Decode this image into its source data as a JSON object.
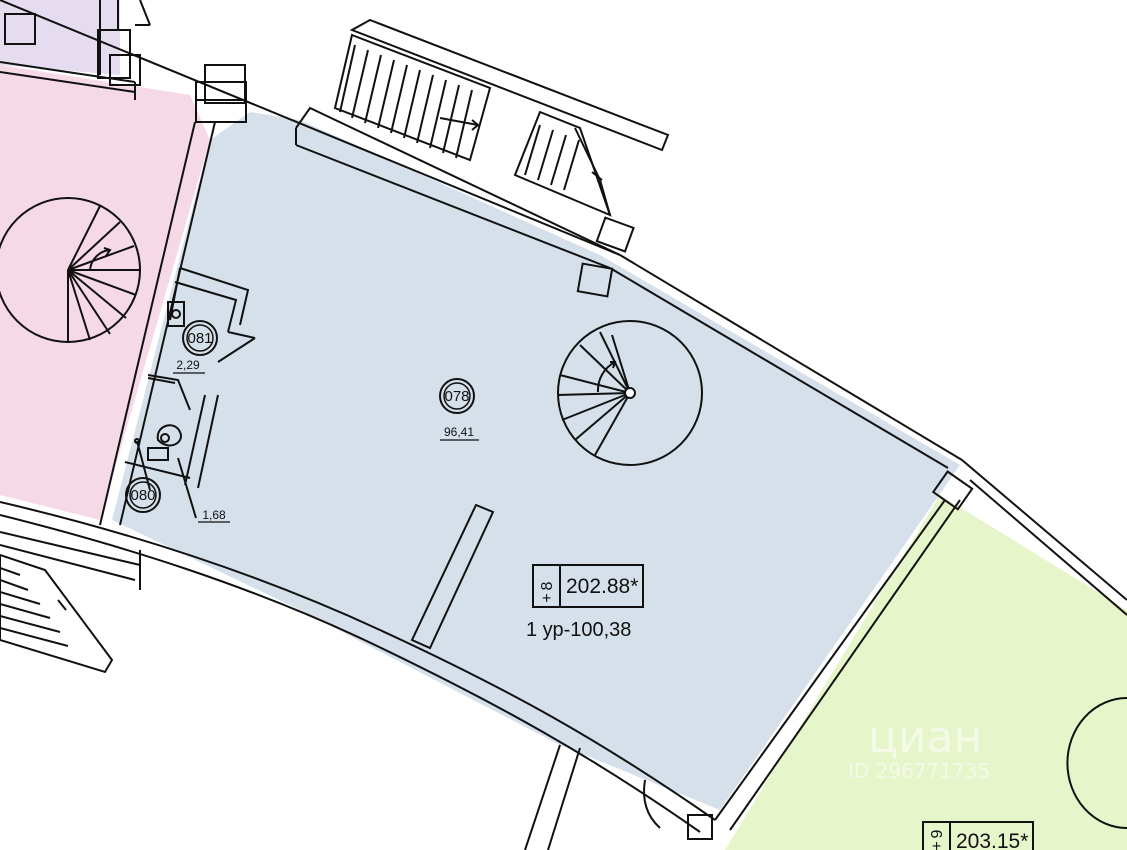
{
  "colors": {
    "apartment_left": "#f6d9e6",
    "apartment_left_top": "#e6dcef",
    "apartment_main": "#d6e0ea",
    "apartment_right": "#e7f5cb",
    "wall": "#111111"
  },
  "rooms": [
    {
      "id": "078",
      "area": "96,41"
    },
    {
      "id": "081",
      "area": "2,29"
    },
    {
      "id": "080",
      "area": "1,68"
    }
  ],
  "apartments": [
    {
      "number": "8",
      "prefix": "+",
      "total": "202.88*",
      "level_note": "1 ур-100,38"
    },
    {
      "number": "9",
      "prefix": "+",
      "total": "203.15*"
    }
  ],
  "watermark": {
    "brand": "циан",
    "id": "ID 296771735"
  }
}
